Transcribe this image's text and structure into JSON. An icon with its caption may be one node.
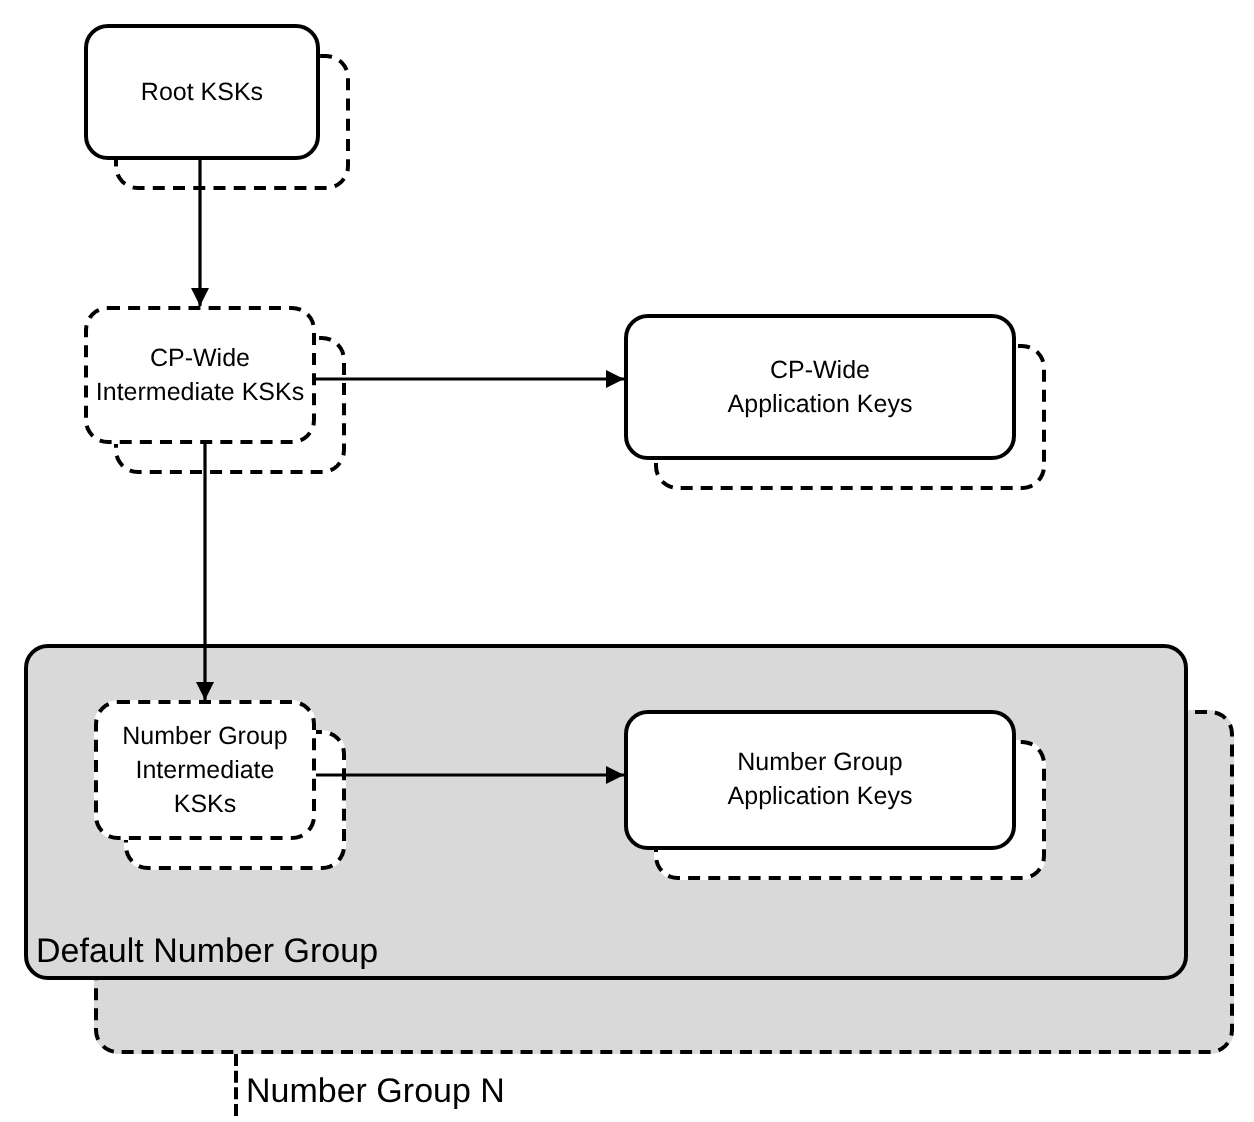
{
  "diagram": {
    "nodes": [
      {
        "text": [
          "Root KSKs"
        ]
      },
      {
        "text": [
          "CP-Wide Intermediate KSKs"
        ]
      },
      {
        "text": [
          "CP-Wide Application Keys"
        ]
      },
      {
        "text": [
          "Default Number Group"
        ]
      },
      {
        "text": [
          "Number Group Intermediate KSKs"
        ],
        "in": 3
      },
      {
        "text": [
          "Number Group Application Keys"
        ],
        "in": 3
      },
      {
        "text": [
          "Number Group N"
        ]
      }
    ],
    "edges": [
      {
        "from": 0,
        "to": 1,
        "arrow": "to"
      },
      {
        "from": 1,
        "to": 2,
        "arrow": "to"
      },
      {
        "from": 1,
        "to": 4,
        "arrow": "to"
      },
      {
        "from": 4,
        "to": 5,
        "arrow": "to"
      }
    ]
  }
}
